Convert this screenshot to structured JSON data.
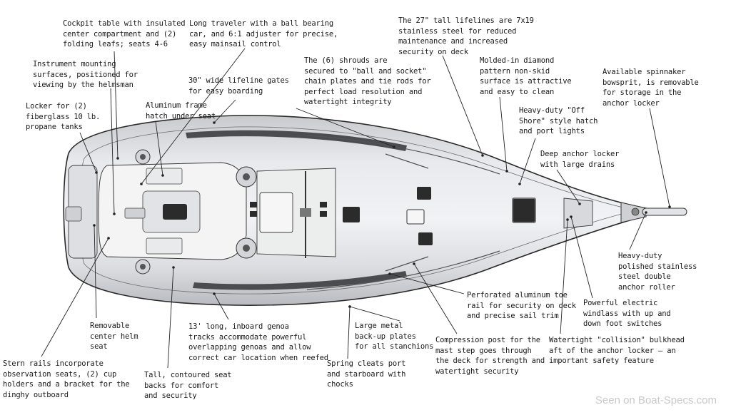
{
  "labels": {
    "cockpit_table": "Cockpit table with insulated\ncenter compartment and (2)\nfolding leafs; seats 4-6",
    "traveler": "Long traveler with a ball bearing\ncar, and 6:1 adjuster for precise,\neasy mainsail control",
    "lifelines": "The 27\" tall lifelines are 7x19\nstainless steel for reduced\nmaintenance and increased\nsecurity on deck",
    "instrument": "Instrument mounting\nsurfaces, positioned for\nviewing by the helmsman",
    "shrouds": "The (6) shrouds are\nsecured to \"ball and socket\"\nchain plates and tie rods for\nperfect load resolution and\nwatertight integrity",
    "nonskid": "Molded-in diamond\npattern non-skid\nsurface is attractive\nand easy to clean",
    "spinnaker": "Available spinnaker\nbowsprit, is removable\nfor storage in the\nanchor locker",
    "gates": "30\" wide lifeline gates\nfor easy boarding",
    "propane": "Locker for (2)\nfiberglass 10 lb.\npropane tanks",
    "aluminum_hatch": "Aluminum frame\nhatch under seat",
    "offshore": "Heavy-duty \"Off\nShore\" style hatch\nand port lights",
    "anchor_locker": "Deep anchor locker\nwith large drains",
    "anchor_roller": "Heavy-duty\npolished stainless\nsteel double\nanchor roller",
    "toe_rail": "Perforated aluminum toe\nrail for security on deck\nand precise sail trim",
    "windlass": "Powerful electric\nwindlass with up and\ndown foot switches",
    "helm_seat": "Removable\ncenter helm\nseat",
    "genoa": "13' long, inboard genoa\ntracks accommodate powerful\noverlapping genoas and allow\ncorrect car location when reefed",
    "backup_plates": "Large metal\nback-up plates\nfor all stanchions",
    "compression": "Compression post for the\nmast step goes through\nthe deck for strength and\nwatertight security",
    "bulkhead": "Watertight \"collision\" bulkhead\naft of the anchor locker – an\nimportant safety feature",
    "stern_rails": "Stern rails incorporate\nobservation seats, (2) cup\nholders and a bracket for the\ndinghy outboard",
    "seat_backs": "Tall, contoured seat\nbacks for comfort\nand security",
    "spring_cleats": "Spring cleats port\nand starboard with\nchocks"
  },
  "watermark": "Seen on Boat-Specs.com",
  "colors": {
    "hull_outline": "#2a2a2a",
    "deck": "#e6e7ea",
    "deck_shade": "#c9cbd0",
    "hatch": "#2b2b2b",
    "leader": "#222222"
  }
}
